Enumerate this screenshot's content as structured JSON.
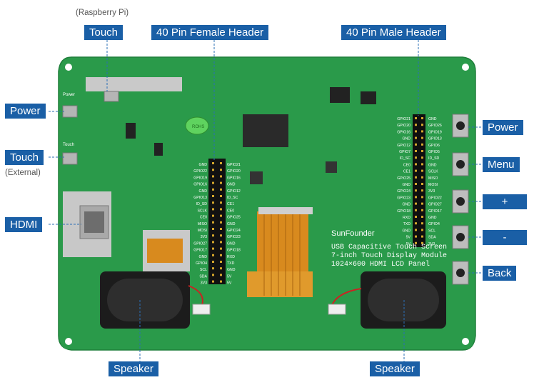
{
  "labels": {
    "touch_pi_caption": "(Raspberry Pi)",
    "touch_pi": "Touch",
    "female_header": "40 Pin Female Header",
    "male_header": "40 Pin Male Header",
    "power_left": "Power",
    "touch_ext": "Touch",
    "touch_ext_caption": "(External)",
    "hdmi": "HDMI",
    "speaker_left": "Speaker",
    "speaker_right": "Speaker",
    "power_right": "Power",
    "menu": "Menu",
    "plus": "+",
    "minus": "-",
    "back": "Back"
  },
  "board": {
    "brand": "SunFounder",
    "line1": "USB Capacitive Touch Screen",
    "line2": "7-inch Touch Display Module",
    "line3": "1024×600 HDMI LCD Panel",
    "cert": "ROHS",
    "silk_power": "Power",
    "silk_touch": "Touch"
  },
  "female_pins_left": [
    "GND",
    "GPIO22",
    "GPIO19",
    "GPIO16",
    "GND",
    "GPIO13",
    "ID_SD",
    "SCLK",
    "CE0",
    "MISO",
    "MOSI",
    "3V3",
    "GPIO27",
    "GPIO17",
    "GND",
    "GPIO4",
    "SCL",
    "SDA",
    "3V3"
  ],
  "female_pins_right": [
    "GPIO21",
    "GPIO20",
    "GPIO16",
    "GND",
    "GPIO12",
    "ID_SC",
    "CE1",
    "CE0",
    "GPIO25",
    "GND",
    "GPIO24",
    "GPIO23",
    "GND",
    "GPIO18",
    "RXD",
    "TXD",
    "GND",
    "5V",
    "5V"
  ],
  "male_pins_left": [
    "GPIO21",
    "GPIO20",
    "GPIO16",
    "GND",
    "GPIO12",
    "GPIO7",
    "ID_SC",
    "CE0",
    "CE1",
    "GPIO25",
    "GND",
    "GPIO24",
    "GPIO23",
    "GND",
    "GPIO18",
    "RXD",
    "TXD",
    "GND",
    "5V",
    "5V"
  ],
  "male_pins_right": [
    "GND",
    "GPIO26",
    "GPIO19",
    "GPIO13",
    "GPIO6",
    "GPIO5",
    "ID_SD",
    "GND",
    "SCLK",
    "MISO",
    "MOSI",
    "3V3",
    "GPIO22",
    "GPIO27",
    "GPIO17",
    "GND",
    "GPIO4",
    "SCL",
    "SDA",
    "3V3"
  ],
  "colors": {
    "label_bg": "#1a5fa6",
    "pcb": "#2a9a4a",
    "pcb_dark": "#1e7a3a",
    "speaker": "#1c1c1c",
    "fpc": "#d88a1e"
  }
}
